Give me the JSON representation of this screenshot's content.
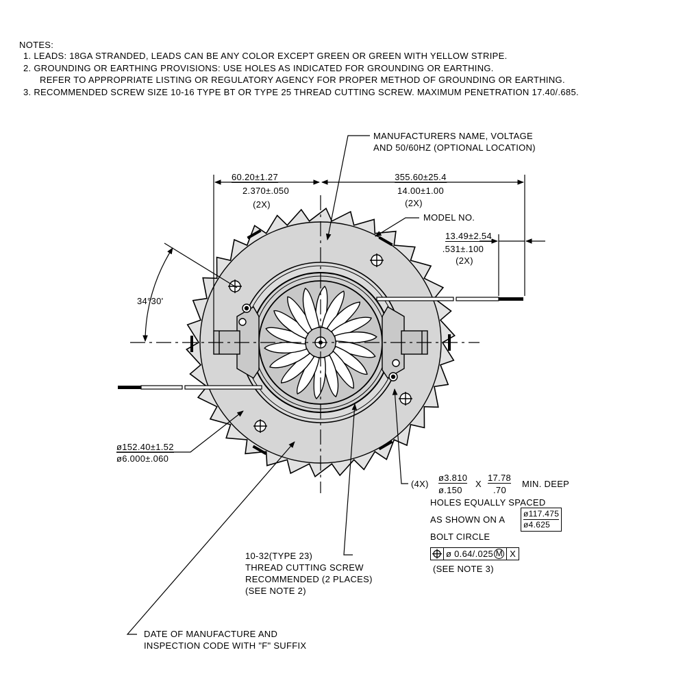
{
  "notes": {
    "heading": "NOTES:",
    "lines": [
      "1. LEADS: 18GA STRANDED, LEADS CAN BE ANY COLOR EXCEPT GREEN OR GREEN WITH YELLOW STRIPE.",
      "2. GROUNDING OR EARTHING PROVISIONS: USE HOLES AS INDICATED FOR GROUNDING OR EARTHING.",
      "REFER TO APPROPRIATE LISTING OR REGULATORY AGENCY FOR PROPER METHOD OF GROUNDING OR EARTHING.",
      "3. RECOMMENDED SCREW SIZE 10-16 TYPE BT OR TYPE 25 THREAD CUTTING SCREW. MAXIMUM PENETRATION 17.40/.685."
    ]
  },
  "callouts": {
    "manufacturer": [
      "MANUFACTURERS NAME, VOLTAGE",
      "AND 50/60HZ (OPTIONAL LOCATION)"
    ],
    "model": "MODEL NO.",
    "screw": [
      "10-32(TYPE 23)",
      "THREAD CUTTING SCREW",
      "RECOMMENDED (2 PLACES)",
      "(SEE NOTE 2)"
    ],
    "date": [
      "DATE OF MANUFACTURE AND",
      "INSPECTION CODE WITH \"F\" SUFFIX"
    ]
  },
  "dimensions": {
    "left_width": {
      "metric": "60.20±1.27",
      "imperial": "2.370±.050",
      "qty": "(2X)"
    },
    "lead_length": {
      "metric": "355.60±25.4",
      "imperial": "14.00±1.00",
      "qty": "(2X)"
    },
    "strip_length": {
      "metric": "13.49±2.54",
      "imperial": ".531±.100",
      "qty": "(2X)"
    },
    "angle": "34°30'",
    "diameter": {
      "metric": "ø152.40±1.52",
      "imperial": "ø6.000±.060"
    }
  },
  "holes": {
    "qty": "(4X)",
    "dia_metric": "ø3.810",
    "dia_imperial": "ø.150",
    "x": "X",
    "depth_metric": "17.78",
    "depth_imperial": ".70",
    "depth_suffix": "MIN. DEEP",
    "line1": "HOLES EQUALLY SPACED",
    "line2": "AS SHOWN ON A",
    "bc_metric": "ø117.475",
    "bc_imperial": "ø4.625",
    "line3": "BOLT CIRCLE",
    "tolerance": "ø 0.64/.025",
    "modifier": "M",
    "datum": "X",
    "note": "(SEE NOTE 3)"
  }
}
